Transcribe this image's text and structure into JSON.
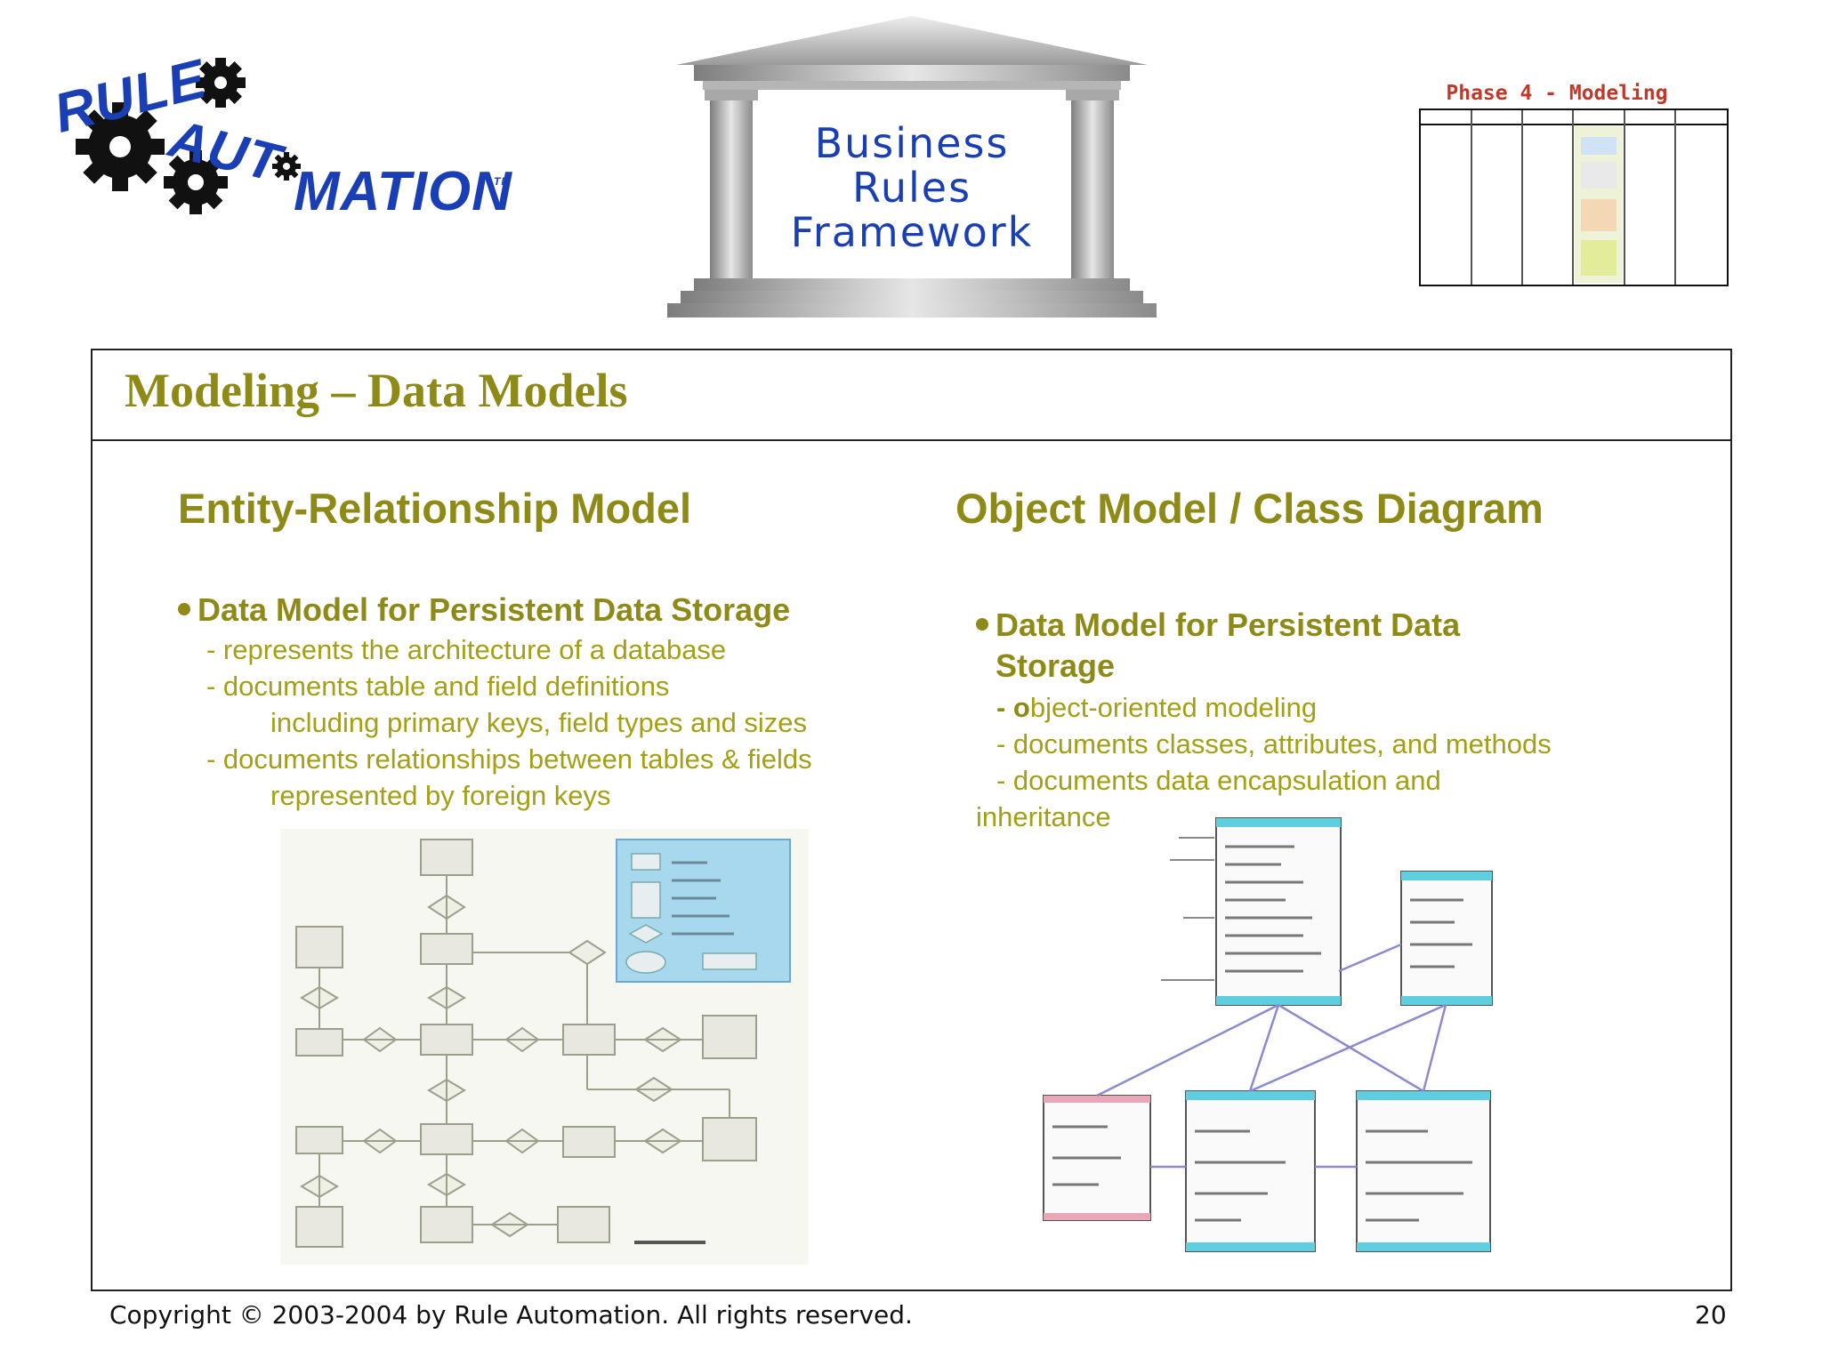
{
  "logo": {
    "word1": "RULE",
    "word2": "AUT",
    "word3": "MATION",
    "tm": "TM",
    "icon": "gears-icon",
    "color": "#1a3fb5"
  },
  "header_graphic": {
    "line1": "Business",
    "line2": "Rules",
    "line3": "Framework",
    "icon": "temple-icon"
  },
  "phase": {
    "title": "Phase 4 - Modeling"
  },
  "slide": {
    "title": "Modeling – Data Models",
    "accent_color": "#8e8a17"
  },
  "left": {
    "heading": "Entity-Relationship Model",
    "bullet": "Data Model for Persistent Data Storage",
    "items": [
      "- represents the architecture of a database",
      "- documents table and field definitions",
      "including primary keys, field types and sizes",
      "- documents relationships between tables & fields",
      "represented by foreign keys"
    ],
    "diagram_icon": "er-diagram-icon"
  },
  "right": {
    "heading": "Object Model / Class Diagram",
    "bullet_line1": "Data Model for Persistent Data",
    "bullet_line2": "Storage",
    "item1_prefix": "- o",
    "item1_rest": "bject-oriented modeling",
    "item2": "- documents classes, attributes, and methods",
    "item3": "- documents data encapsulation and",
    "item4": "inheritance",
    "diagram_icon": "class-diagram-icon"
  },
  "footer": {
    "copyright": "Copyright © 2003-2004 by Rule Automation. All rights reserved.",
    "page": "20"
  }
}
